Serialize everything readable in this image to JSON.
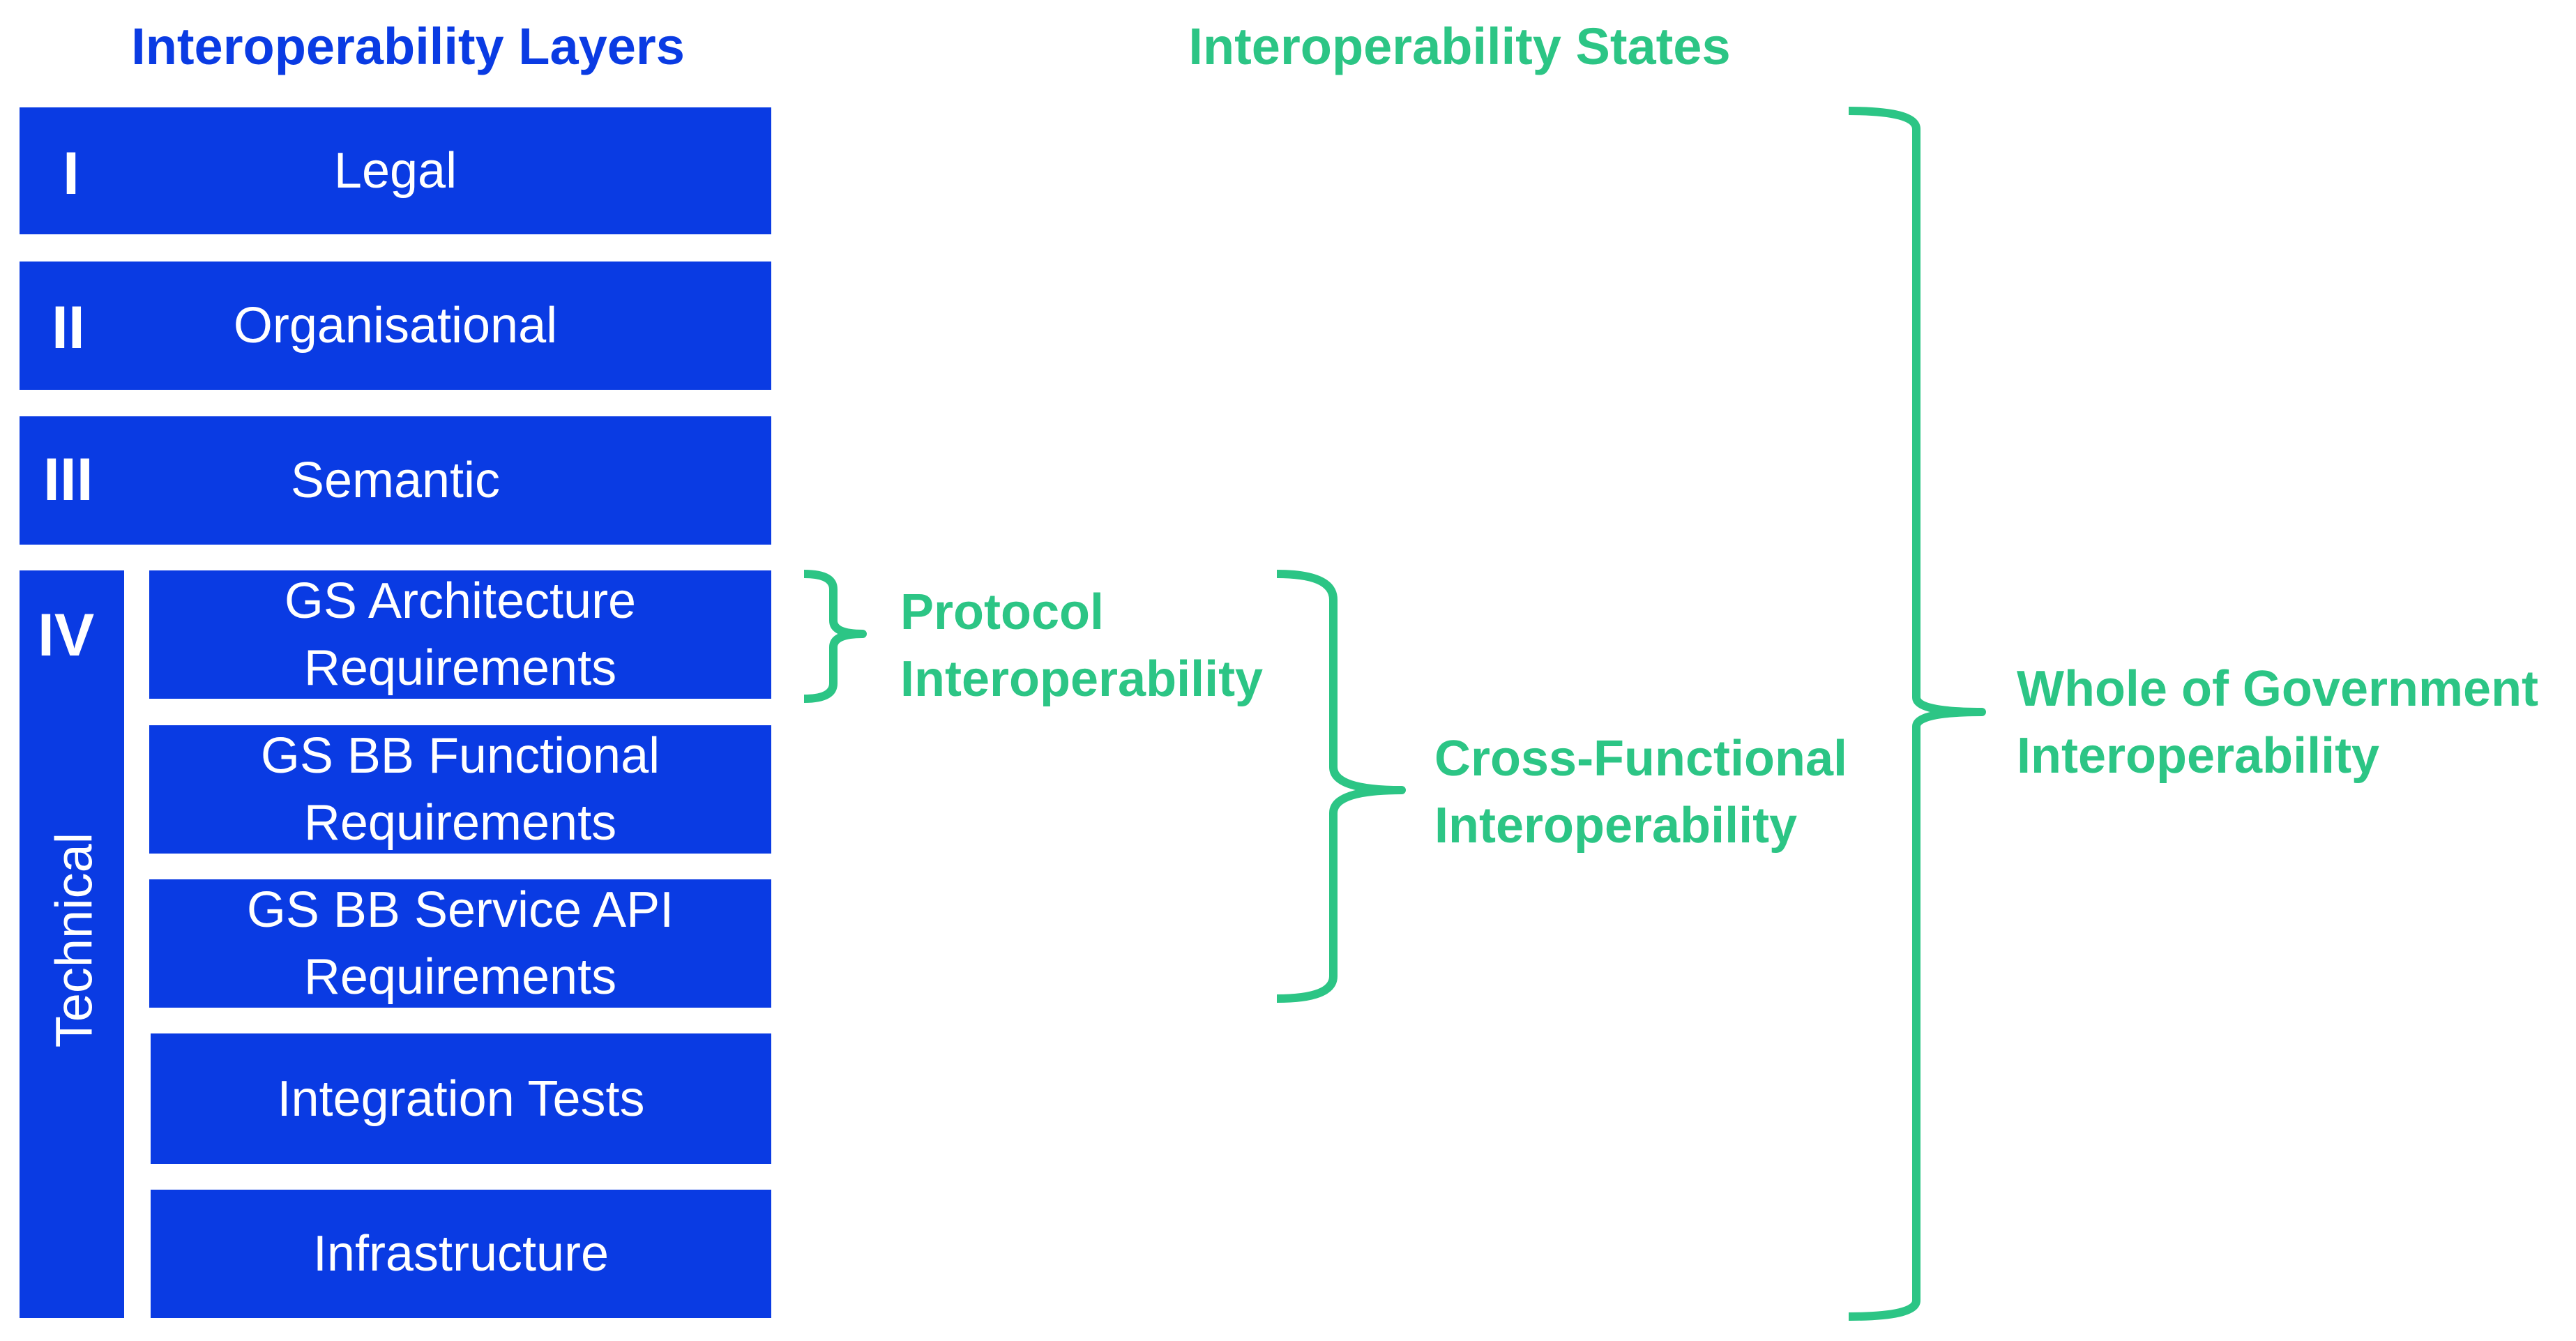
{
  "colors": {
    "layer_blue": "#0a3be3",
    "state_green": "#2cc585",
    "text_on_blue": "#ffffff"
  },
  "headers": {
    "layers_title": "Interoperability Layers",
    "states_title": "Interoperability States"
  },
  "layers": [
    {
      "numeral": "I",
      "label": "Legal"
    },
    {
      "numeral": "II",
      "label": "Organisational"
    },
    {
      "numeral": "III",
      "label": "Semantic"
    },
    {
      "numeral": "IV",
      "label": "Technical"
    }
  ],
  "technical_sublayers": [
    {
      "line1": "GS Architecture",
      "line2": "Requirements"
    },
    {
      "line1": "GS BB Functional",
      "line2": "Requirements"
    },
    {
      "line1": "GS BB Service API",
      "line2": "Requirements"
    },
    {
      "line1": "Integration Tests",
      "line2": ""
    },
    {
      "line1": "Infrastructure",
      "line2": ""
    }
  ],
  "states": [
    {
      "line1": "Protocol",
      "line2": "Interoperability",
      "spans": "GS Architecture Requirements"
    },
    {
      "line1": "Cross-Functional",
      "line2": "Interoperability",
      "spans": "GS Architecture, GS BB Functional, GS BB Service API Requirements"
    },
    {
      "line1": "Whole of Government",
      "line2": "Interoperability",
      "spans": "All layers"
    }
  ]
}
